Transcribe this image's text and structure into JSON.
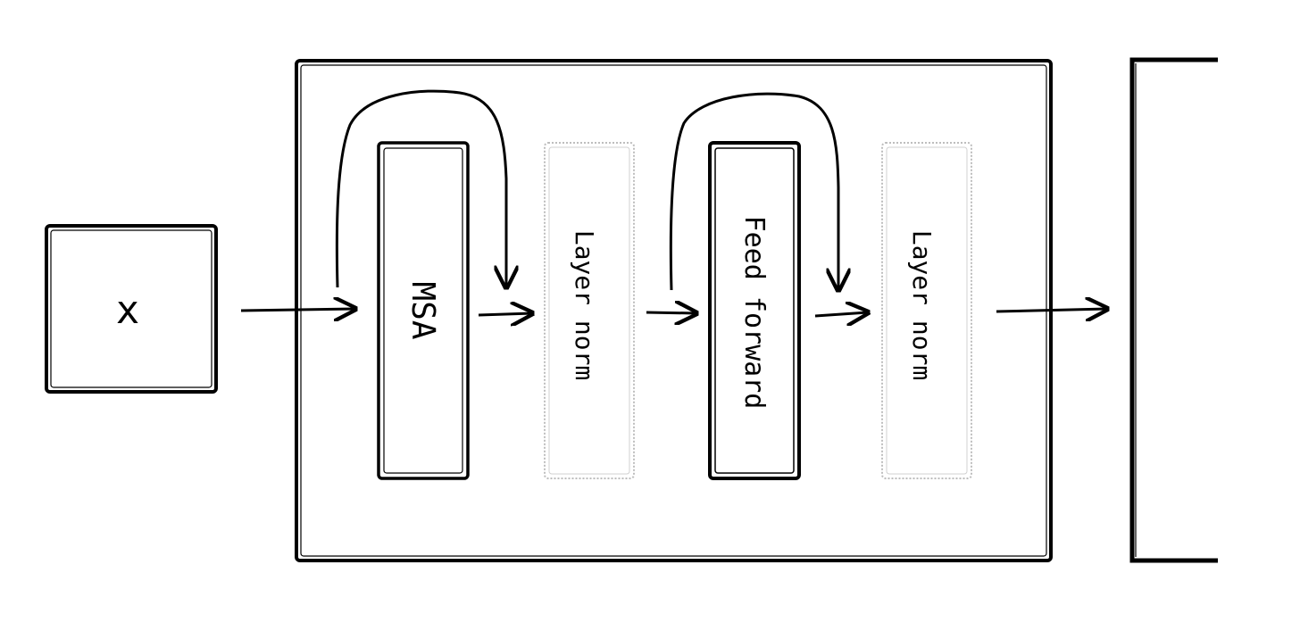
{
  "diagram": {
    "input": {
      "label": "x"
    },
    "blocks": [
      {
        "label": "MSA",
        "style": "solid"
      },
      {
        "label": "Layer norm",
        "style": "faded"
      },
      {
        "label": "Feed forward",
        "style": "solid"
      },
      {
        "label": "Layer norm",
        "style": "faded"
      }
    ]
  },
  "colors": {
    "ink": "#000000",
    "faded": "#bdbdbd",
    "background": "#ffffff"
  }
}
